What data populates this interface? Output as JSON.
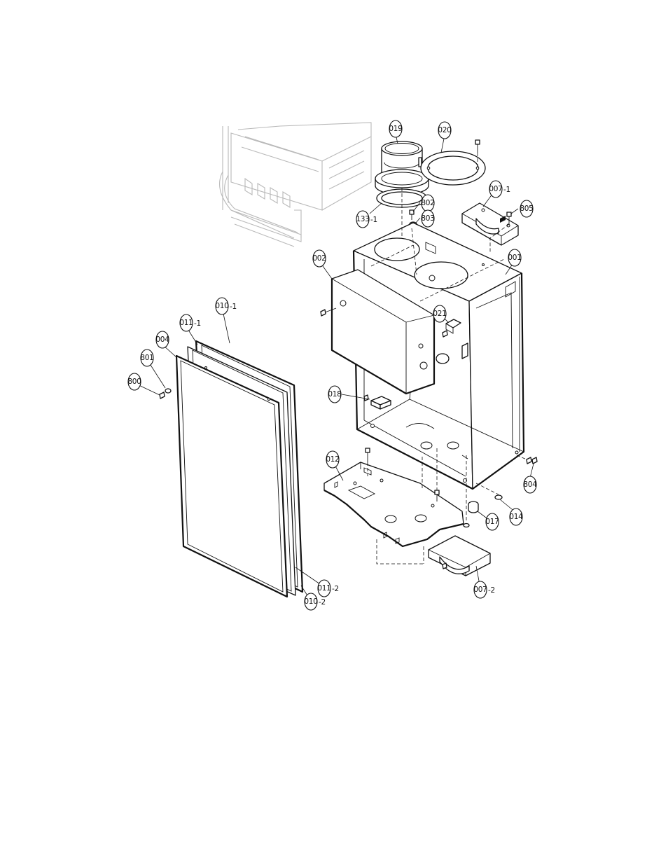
{
  "diagram": {
    "callouts": {
      "p019": "019",
      "p020": "020",
      "p133_1": "133",
      "p133_1_suffix": "-1",
      "p802": "802",
      "p803": "803",
      "p007_1": "007",
      "p007_1_suffix": "-1",
      "p805": "805",
      "p002": "002",
      "p001": "001",
      "p021": "021",
      "p010_1": "010",
      "p010_1_suffix": "-1",
      "p011_1": "011",
      "p011_1_suffix": "-1",
      "p004": "004",
      "p801": "801",
      "p800": "800",
      "p018": "018",
      "p012": "012",
      "p804": "804",
      "p014": "014",
      "p017": "017",
      "p007_2": "007",
      "p007_2_suffix": "-2",
      "p011_2": "011",
      "p011_2_suffix": "-2",
      "p010_2": "010",
      "p010_2_suffix": "-2"
    }
  }
}
